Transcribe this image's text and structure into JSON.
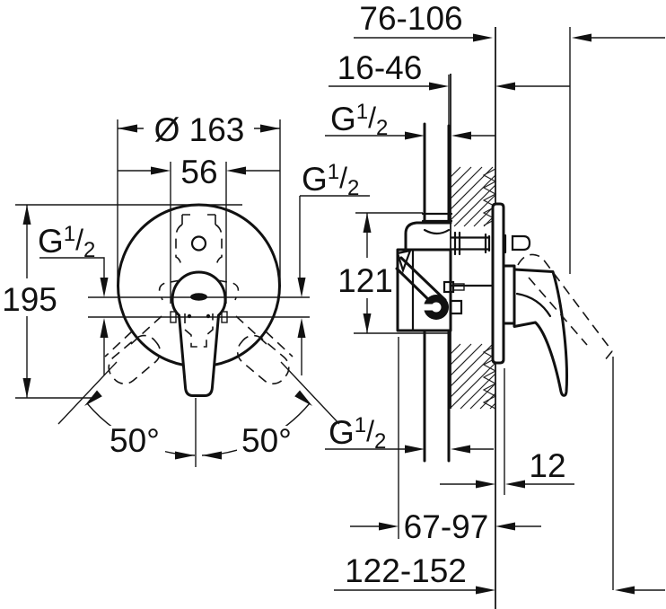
{
  "drawing_type": "faucet-installation-dimension-drawing",
  "front": {
    "plate_diameter": "Ø 163",
    "cartridge_width": "56",
    "overall_height": "195",
    "angle_left": "50°",
    "angle_right": "50°"
  },
  "side": {
    "wall_to_handle": "76-106",
    "depth_adjust": "16-46",
    "body_height": "121",
    "plate_offset": "12",
    "rough_in_depth": "67-97",
    "overall_depth": "122-152"
  },
  "thread": {
    "g": "G",
    "sup": "1",
    "slash": "/",
    "sub": "2"
  },
  "colors": {
    "line": "#111111",
    "background": "#ffffff"
  }
}
